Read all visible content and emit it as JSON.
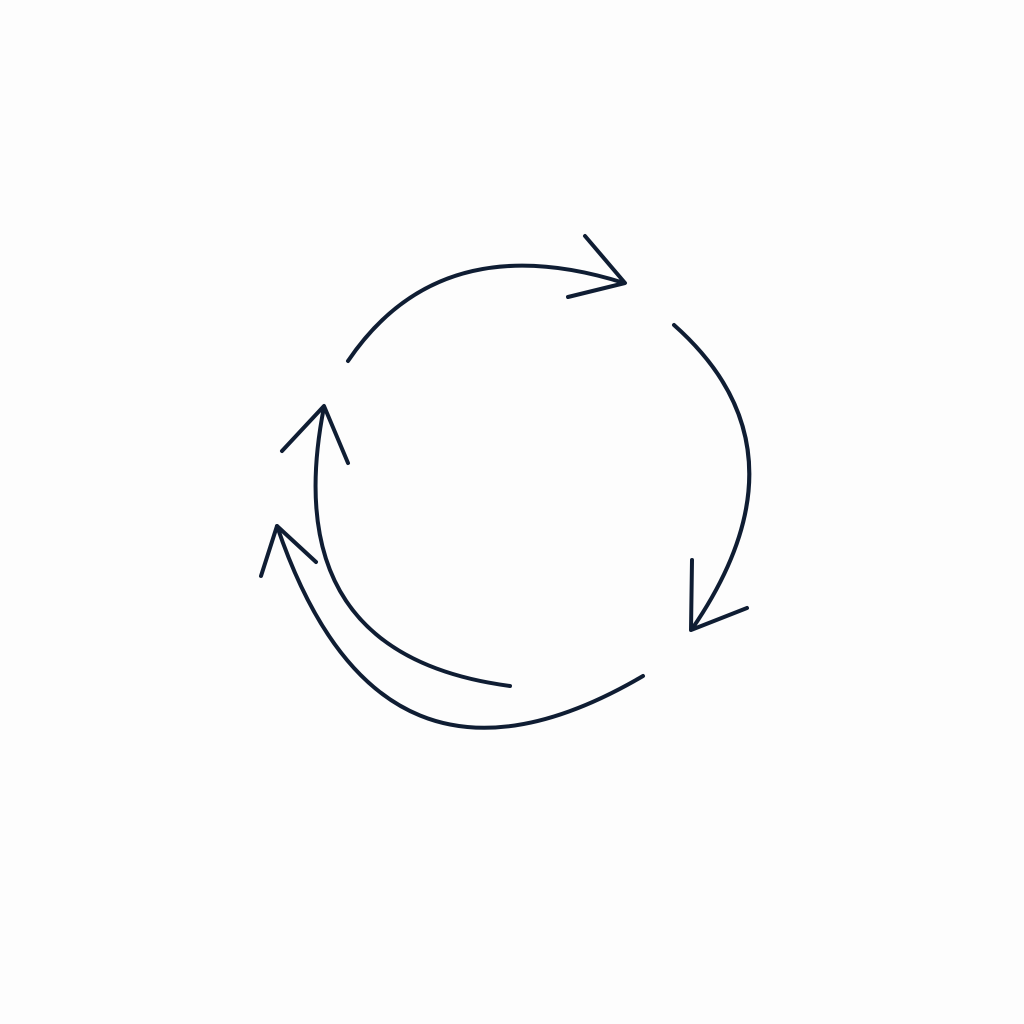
{
  "diagram": {
    "icon": "cycle-arrows-icon",
    "stroke_color": "#0f1d33",
    "background_color": "#fdfdfd",
    "arrow_count": 4,
    "arrows": [
      {
        "name": "top-arc-arrow",
        "direction": "clockwise"
      },
      {
        "name": "right-arc-arrow",
        "direction": "clockwise"
      },
      {
        "name": "left-inner-arc-arrow",
        "direction": "clockwise"
      },
      {
        "name": "bottom-outer-arc-arrow",
        "direction": "clockwise"
      }
    ]
  }
}
